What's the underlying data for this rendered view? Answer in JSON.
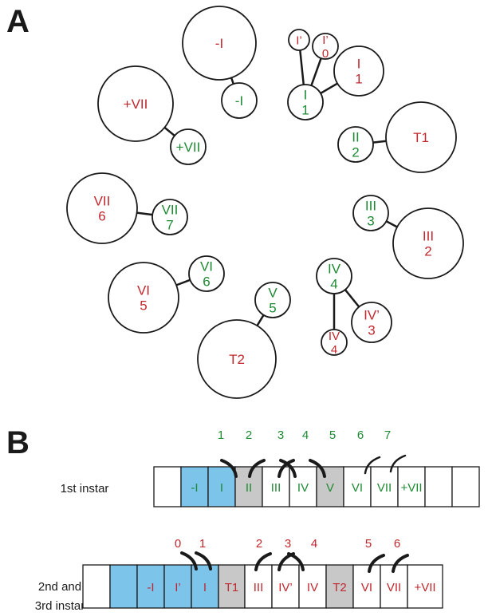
{
  "panel_a": {
    "label": "A",
    "nodes": [
      {
        "id": "m1",
        "color": "red",
        "lines": [
          "-I"
        ]
      },
      {
        "id": "n1",
        "color": "green",
        "lines": [
          "-I"
        ]
      },
      {
        "id": "mIp",
        "color": "red",
        "lines": [
          "I’"
        ]
      },
      {
        "id": "mIp0",
        "color": "red",
        "lines": [
          "I’",
          "0"
        ]
      },
      {
        "id": "nI",
        "color": "green",
        "lines": [
          "I",
          "1"
        ]
      },
      {
        "id": "mI",
        "color": "red",
        "lines": [
          "I",
          "1"
        ]
      },
      {
        "id": "mP7",
        "color": "red",
        "lines": [
          "+VII"
        ]
      },
      {
        "id": "nP7",
        "color": "green",
        "lines": [
          "+VII"
        ]
      },
      {
        "id": "nII",
        "color": "green",
        "lines": [
          "II",
          "2"
        ]
      },
      {
        "id": "mT1",
        "color": "red",
        "lines": [
          "T1"
        ]
      },
      {
        "id": "mVII",
        "color": "red",
        "lines": [
          "VII",
          "6"
        ]
      },
      {
        "id": "nVII",
        "color": "green",
        "lines": [
          "VII",
          "7"
        ]
      },
      {
        "id": "nIII",
        "color": "green",
        "lines": [
          "III",
          "3"
        ]
      },
      {
        "id": "mIII",
        "color": "red",
        "lines": [
          "III",
          "2"
        ]
      },
      {
        "id": "nVI",
        "color": "green",
        "lines": [
          "VI",
          "6"
        ]
      },
      {
        "id": "mVI",
        "color": "red",
        "lines": [
          "VI",
          "5"
        ]
      },
      {
        "id": "nIV",
        "color": "green",
        "lines": [
          "IV",
          "4"
        ]
      },
      {
        "id": "nV",
        "color": "green",
        "lines": [
          "V",
          "5"
        ]
      },
      {
        "id": "mIVp",
        "color": "red",
        "lines": [
          "IV’",
          "3"
        ]
      },
      {
        "id": "mIV",
        "color": "red",
        "lines": [
          "IV",
          "4"
        ]
      },
      {
        "id": "mT2",
        "color": "red",
        "lines": [
          "T2"
        ]
      }
    ]
  },
  "panel_b": {
    "label": "B",
    "rows": [
      {
        "id": "first",
        "label_lines": [
          "1st instar"
        ],
        "color": "green",
        "numbers": [
          "1",
          "2",
          "3",
          "4",
          "5",
          "6",
          "7"
        ],
        "cells": [
          {
            "text": "",
            "fill": "white"
          },
          {
            "text": "-I",
            "fill": "blue"
          },
          {
            "text": "I",
            "fill": "blue"
          },
          {
            "text": "II",
            "fill": "grey"
          },
          {
            "text": "III",
            "fill": "white"
          },
          {
            "text": "IV",
            "fill": "white"
          },
          {
            "text": "V",
            "fill": "grey"
          },
          {
            "text": "VI",
            "fill": "white"
          },
          {
            "text": "VII",
            "fill": "white"
          },
          {
            "text": "+VII",
            "fill": "white"
          },
          {
            "text": "",
            "fill": "white"
          },
          {
            "text": "",
            "fill": "white"
          }
        ]
      },
      {
        "id": "second",
        "label_lines": [
          "2nd and",
          "3rd instar"
        ],
        "color": "red",
        "numbers": [
          "0",
          "1",
          "2",
          "3",
          "4",
          "5",
          "6"
        ],
        "cells": [
          {
            "text": "",
            "fill": "white"
          },
          {
            "text": "",
            "fill": "blue"
          },
          {
            "text": "-I",
            "fill": "blue"
          },
          {
            "text": "I’",
            "fill": "blue"
          },
          {
            "text": "I",
            "fill": "blue"
          },
          {
            "text": "T1",
            "fill": "grey"
          },
          {
            "text": "III",
            "fill": "white"
          },
          {
            "text": "IV’",
            "fill": "white"
          },
          {
            "text": "IV",
            "fill": "white"
          },
          {
            "text": "T2",
            "fill": "grey"
          },
          {
            "text": "VI",
            "fill": "white"
          },
          {
            "text": "VII",
            "fill": "white"
          },
          {
            "text": "+VII",
            "fill": "white"
          }
        ]
      }
    ]
  },
  "colors": {
    "red": "#c1272d",
    "green": "#1e8a33",
    "blue": "#7cc4ea",
    "grey": "#c8c8c8",
    "white": "#ffffff",
    "stroke": "#1a1a1a"
  }
}
